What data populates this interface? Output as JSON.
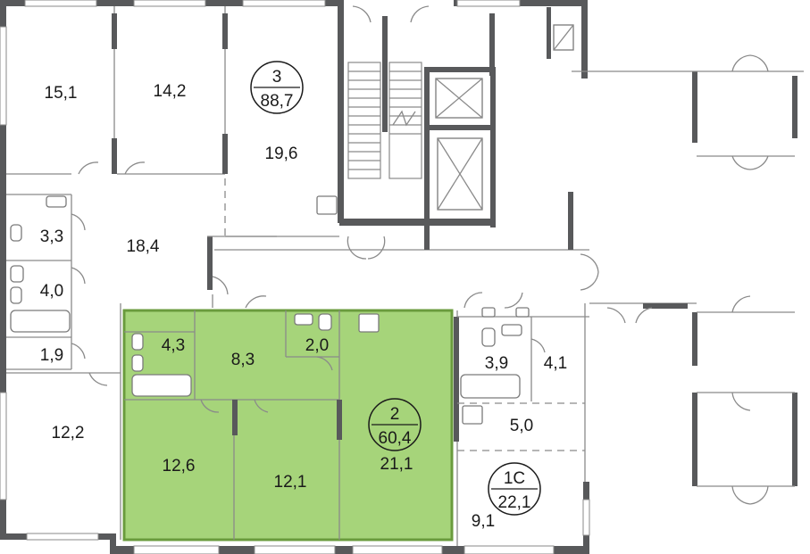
{
  "plan": {
    "highlight_color": "#a6d47a",
    "highlight_border": "#6a9b3d",
    "wall_color": "#58595b",
    "apartments": [
      {
        "type": "3",
        "area": "88,7"
      },
      {
        "type": "2",
        "area": "60,4"
      },
      {
        "type": "1С",
        "area": "22,1"
      }
    ],
    "rooms": {
      "r15_1": "15,1",
      "r14_2": "14,2",
      "r19_6": "19,6",
      "r3_3": "3,3",
      "r18_4": "18,4",
      "r4_0": "4,0",
      "r1_9": "1,9",
      "r12_2": "12,2",
      "r4_3": "4,3",
      "r8_3": "8,3",
      "r2_0": "2,0",
      "r12_6": "12,6",
      "r12_1": "12,1",
      "r21_1": "21,1",
      "r3_9": "3,9",
      "r4_1": "4,1",
      "r5_0": "5,0",
      "r9_1": "9,1"
    }
  }
}
